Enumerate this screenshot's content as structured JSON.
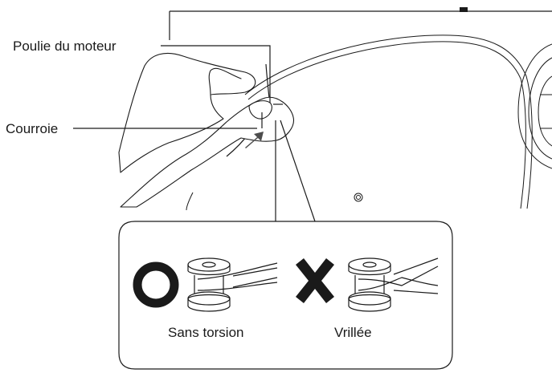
{
  "labels": {
    "motor_pulley": "Poulie du moteur",
    "belt": "Courroie"
  },
  "inset": {
    "correct_caption": "Sans torsion",
    "wrong_caption": "Vrillée",
    "correct_mark": "circle-mark",
    "wrong_mark": "cross-mark"
  },
  "colors": {
    "line": "#1a1a1a",
    "arrow": "#4d4d4d",
    "background": "#ffffff"
  }
}
